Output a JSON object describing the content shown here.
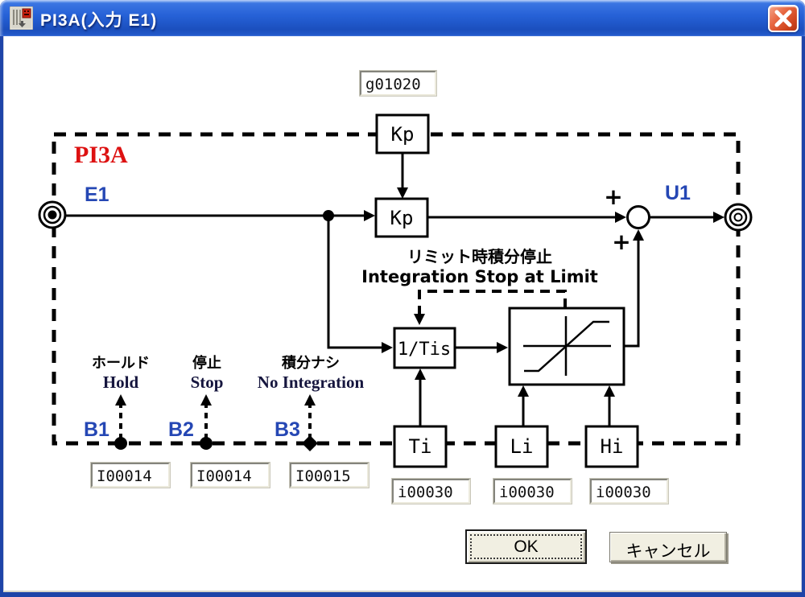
{
  "window": {
    "title": "PI3A(入力 E1)"
  },
  "diagram": {
    "name_label": "PI3A",
    "input_label": "E1",
    "output_label": "U1",
    "gain_field": "g01020",
    "blocks": {
      "kp_top": "Kp",
      "kp": "Kp",
      "integrator": "1/Tis",
      "ti": "Ti",
      "li": "Li",
      "hi": "Hi"
    },
    "sum": {
      "plus_top": "+",
      "plus_bottom": "+"
    },
    "limit_note_jp": "リミット時積分停止",
    "limit_note_en": "Integration Stop at Limit",
    "binary_inputs": [
      {
        "id": "B1",
        "jp": "ホールド",
        "en": "Hold",
        "field": "I00014"
      },
      {
        "id": "B2",
        "jp": "停止",
        "en": "Stop",
        "field": "I00014"
      },
      {
        "id": "B3",
        "jp": "積分ナシ",
        "en": "No Integration",
        "field": "I00015"
      }
    ],
    "param_fields": [
      "i00030",
      "i00030",
      "i00030"
    ]
  },
  "buttons": {
    "ok": "OK",
    "cancel": "キャンセル"
  },
  "colors": {
    "label_blue": "#2547b4",
    "accent_red": "#dd1111",
    "line_black": "#000000",
    "titlebar_blue": "#2560d6",
    "frame_blue": "#1e44a8",
    "button_face": "#f1efe2",
    "close_red": "#d0441d"
  }
}
